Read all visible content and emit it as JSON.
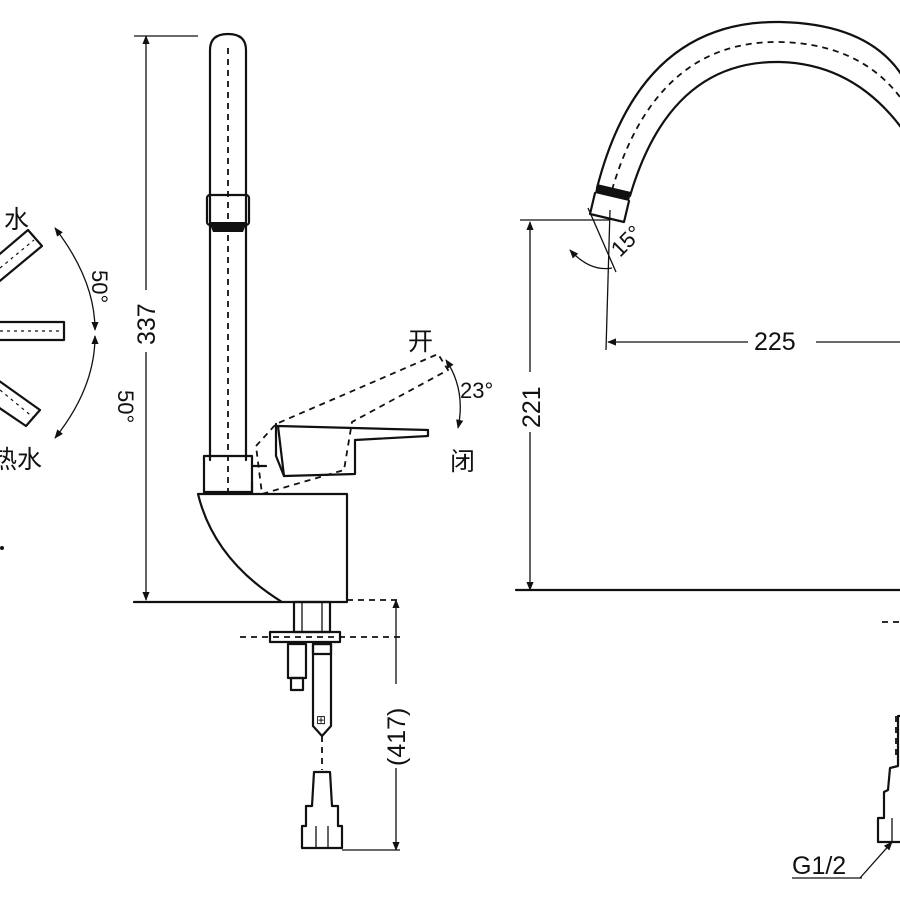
{
  "dimensions": {
    "height_total": "337",
    "below_deck": "(417)",
    "reach": "225",
    "spout_height": "221",
    "thread": "G1/2"
  },
  "angles": {
    "handle_lift": "23°",
    "spout_tilt": "15°",
    "rotation_upper": "50°",
    "rotation_lower": "50°"
  },
  "labels": {
    "open": "开",
    "closed": "闭",
    "cold_water_partial": "水",
    "hot_water_partial": "热水"
  }
}
